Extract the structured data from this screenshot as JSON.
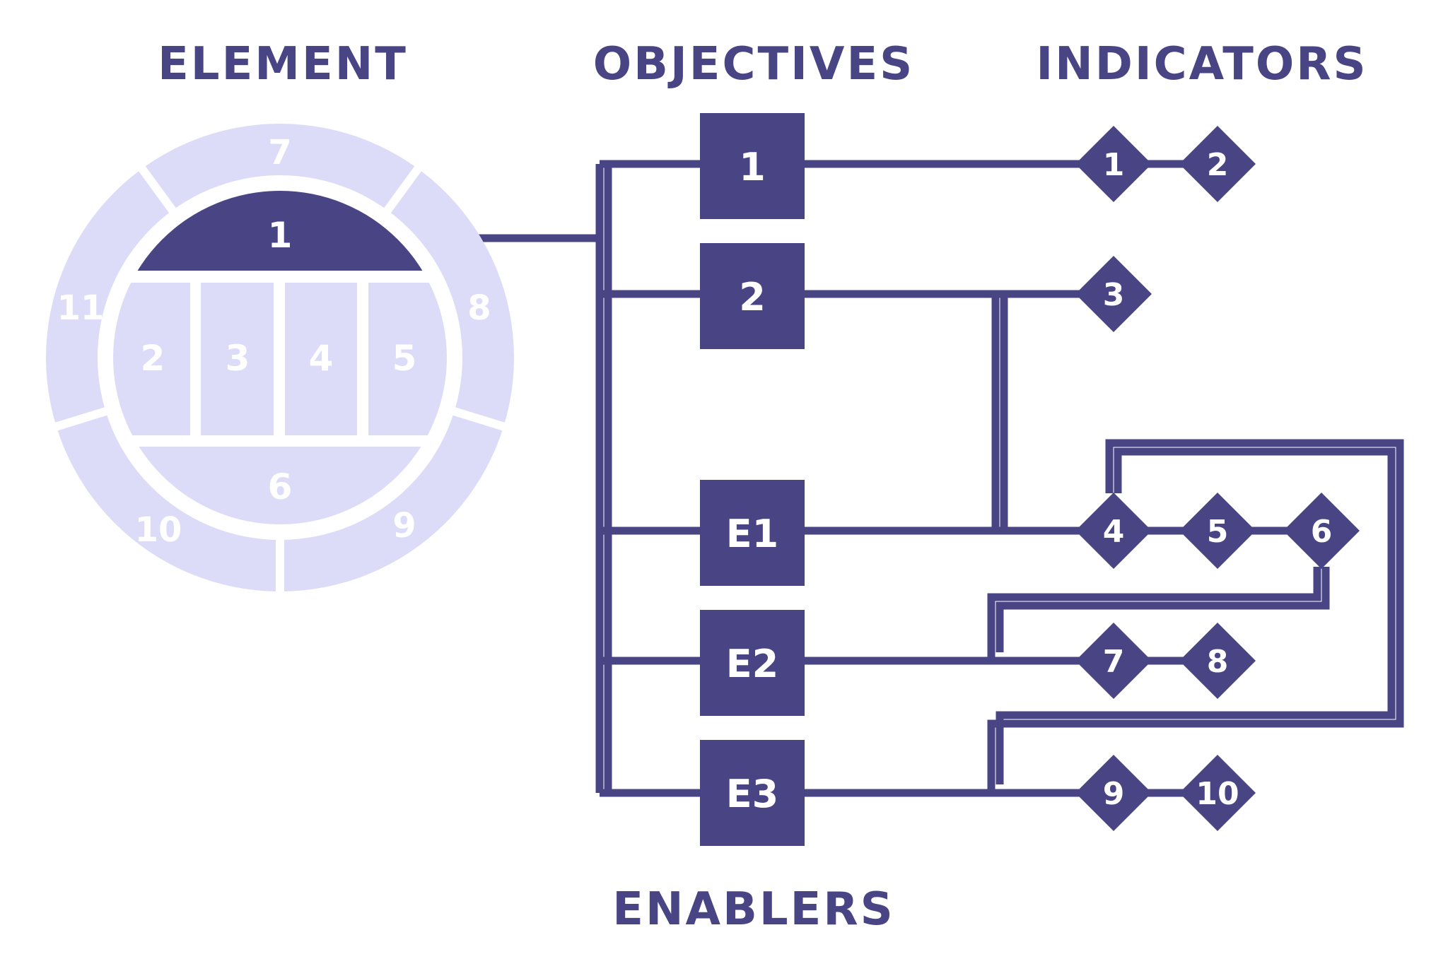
{
  "headings": {
    "element": "ELEMENT",
    "objectives": "OBJECTIVES",
    "indicators": "INDICATORS",
    "enablers": "ENABLERS"
  },
  "element_wheel": {
    "outer_ring": [
      "7",
      "8",
      "9",
      "10",
      "11"
    ],
    "top_cap": "1",
    "middle": [
      "2",
      "3",
      "4",
      "5"
    ],
    "bottom": "6"
  },
  "objectives": [
    "1",
    "2"
  ],
  "enablers": [
    "E1",
    "E2",
    "E3"
  ],
  "indicators": [
    "1",
    "2",
    "3",
    "4",
    "5",
    "6",
    "7",
    "8",
    "9",
    "10"
  ],
  "colors": {
    "primary": "#494585",
    "light": "#dddcf8",
    "background": "#ffffff"
  }
}
